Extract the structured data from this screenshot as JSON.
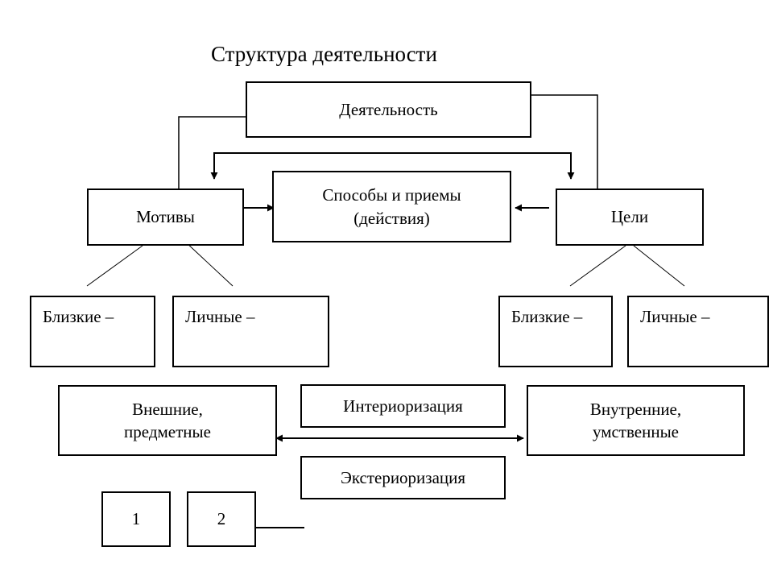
{
  "diagram": {
    "title": "Структура деятельности",
    "activity": "Деятельность",
    "motives": "Мотивы",
    "methods": {
      "line1": "Способы и приемы",
      "line2": "(действия)"
    },
    "goals": "Цели",
    "motives_near": "Близкие –",
    "motives_personal": "Личные –",
    "goals_near": "Близкие –",
    "goals_personal": "Личные –",
    "external": {
      "line1": "Внешние,",
      "line2": "предметные"
    },
    "interiorization": "Интериоризация",
    "internal": {
      "line1": "Внутренние,",
      "line2": "умственные"
    },
    "exteriorization": "Экстериоризация",
    "box_1": "1",
    "box_2": "2"
  }
}
